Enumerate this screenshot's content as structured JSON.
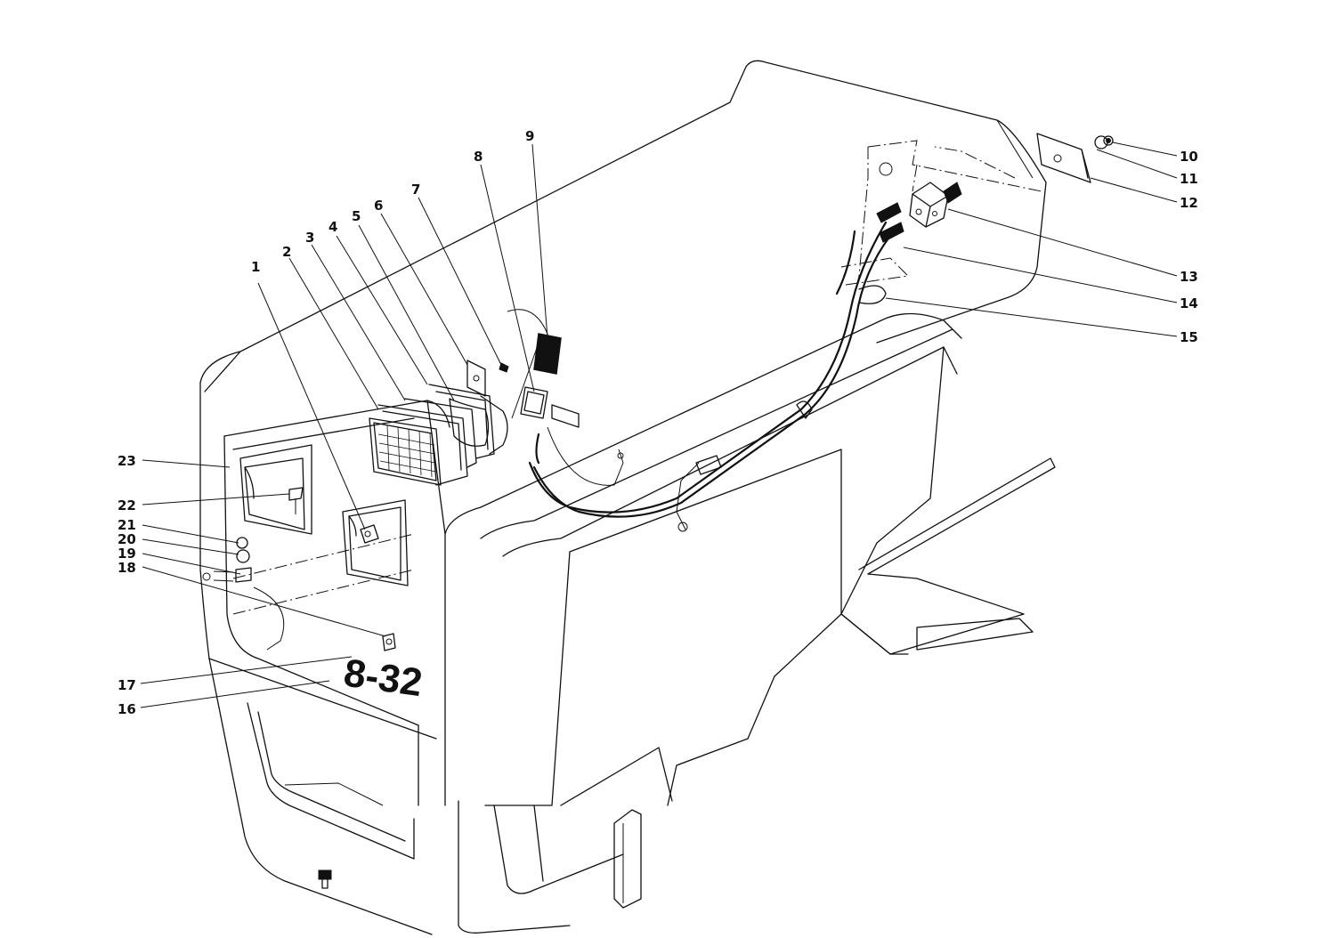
{
  "decal_text": "8-32",
  "callouts": [
    {
      "id": "1",
      "label": "1"
    },
    {
      "id": "2",
      "label": "2"
    },
    {
      "id": "3",
      "label": "3"
    },
    {
      "id": "4",
      "label": "4"
    },
    {
      "id": "5",
      "label": "5"
    },
    {
      "id": "6",
      "label": "6"
    },
    {
      "id": "7",
      "label": "7"
    },
    {
      "id": "8",
      "label": "8"
    },
    {
      "id": "9",
      "label": "9"
    },
    {
      "id": "10",
      "label": "10"
    },
    {
      "id": "11",
      "label": "11"
    },
    {
      "id": "12",
      "label": "12"
    },
    {
      "id": "13",
      "label": "13"
    },
    {
      "id": "14",
      "label": "14"
    },
    {
      "id": "15",
      "label": "15"
    },
    {
      "id": "16",
      "label": "16"
    },
    {
      "id": "17",
      "label": "17"
    },
    {
      "id": "18",
      "label": "18"
    },
    {
      "id": "19",
      "label": "19"
    },
    {
      "id": "20",
      "label": "20"
    },
    {
      "id": "21",
      "label": "21"
    },
    {
      "id": "22",
      "label": "22"
    },
    {
      "id": "23",
      "label": "23"
    }
  ]
}
